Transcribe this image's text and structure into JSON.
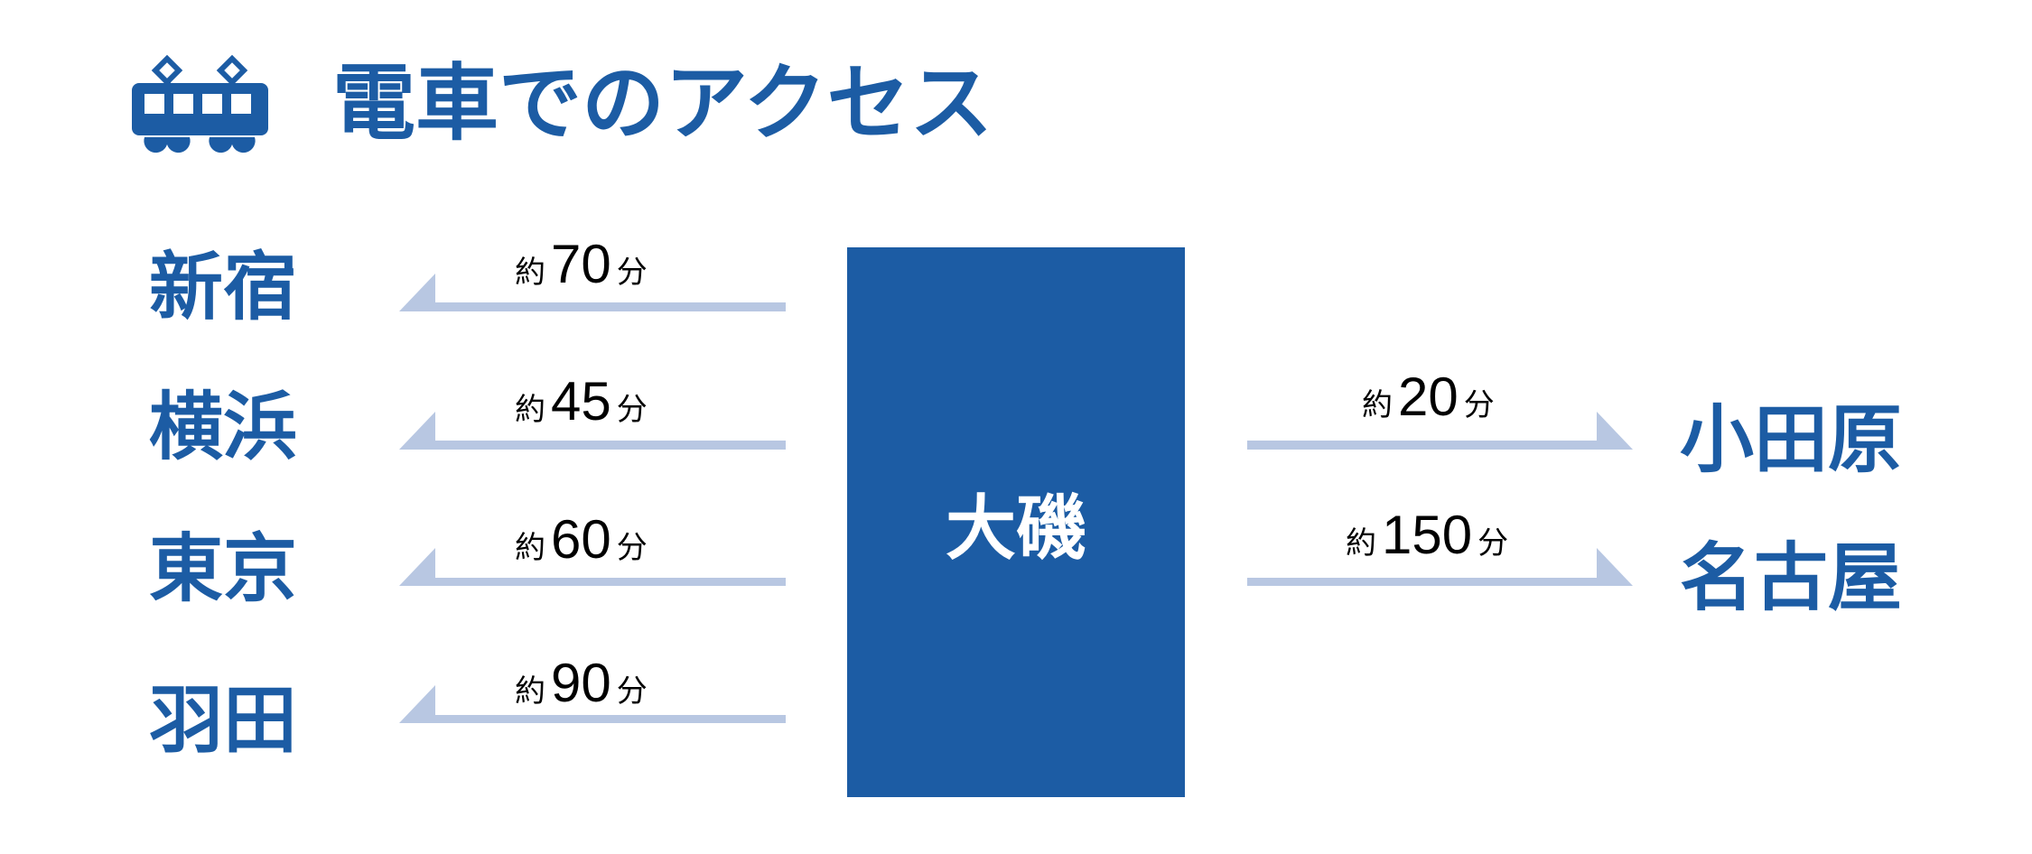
{
  "header": {
    "title": "電車でのアクセス",
    "icon": "train-icon"
  },
  "hub": {
    "name": "大磯"
  },
  "routes_left": [
    {
      "city": "新宿",
      "prefix": "約",
      "minutes": "70",
      "unit": "分"
    },
    {
      "city": "横浜",
      "prefix": "約",
      "minutes": "45",
      "unit": "分"
    },
    {
      "city": "東京",
      "prefix": "約",
      "minutes": "60",
      "unit": "分"
    },
    {
      "city": "羽田",
      "prefix": "約",
      "minutes": "90",
      "unit": "分"
    }
  ],
  "routes_right": [
    {
      "city": "小田原",
      "prefix": "約",
      "minutes": "20",
      "unit": "分"
    },
    {
      "city": "名古屋",
      "prefix": "約",
      "minutes": "150",
      "unit": "分"
    }
  ],
  "colors": {
    "primary": "#1c5ca4",
    "arrow": "#b8c7e2"
  }
}
